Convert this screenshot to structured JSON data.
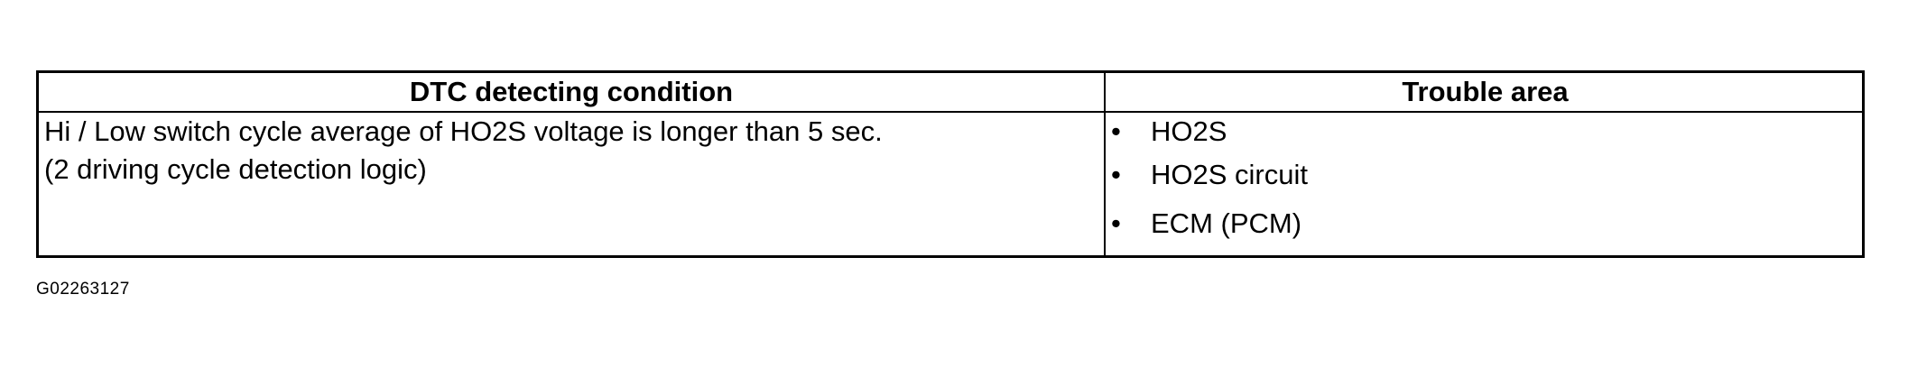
{
  "table": {
    "headers": [
      "DTC detecting condition",
      "Trouble area"
    ],
    "condition_lines": [
      "Hi / Low switch cycle average of HO2S voltage is longer than 5 sec.",
      "(2 driving cycle detection logic)"
    ],
    "bullet": "•",
    "trouble_items": [
      "HO2S",
      "HO2S circuit",
      "ECM (PCM)"
    ]
  },
  "figure_id": "G02263127"
}
